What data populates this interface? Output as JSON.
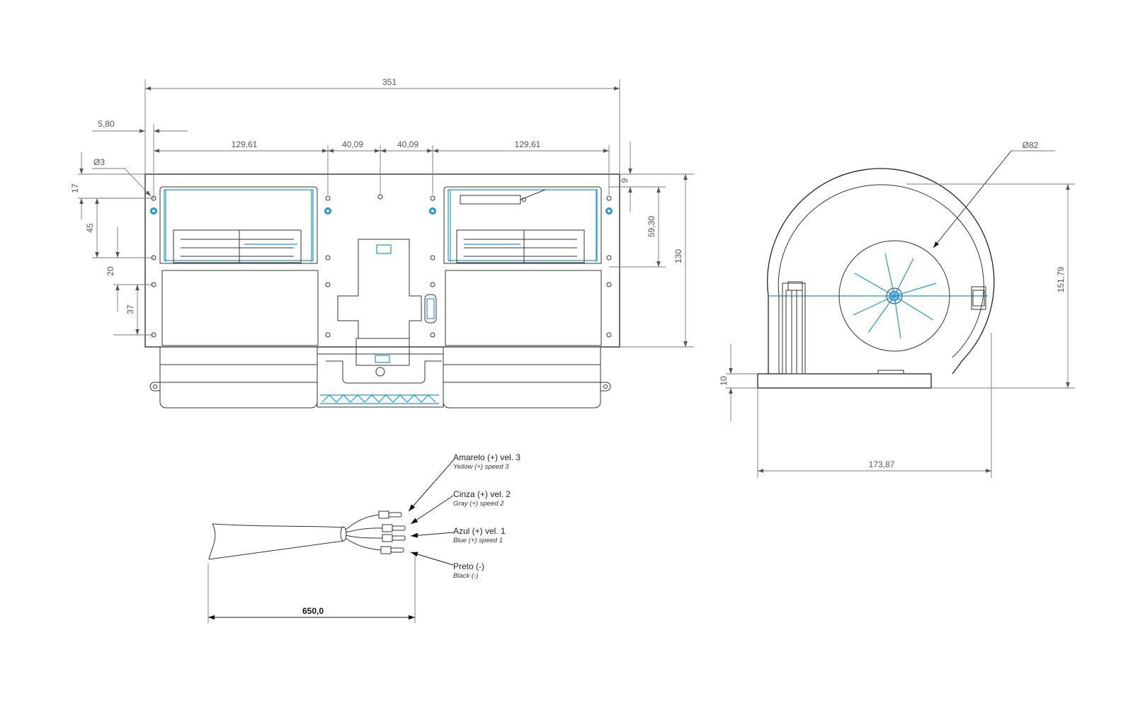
{
  "front_view": {
    "overall_width": "351",
    "offset_left": "5,80",
    "hole_diameter": "Ø3",
    "spacing_outer_left": "129,61",
    "spacing_center_left": "40,09",
    "spacing_center_right": "40,09",
    "spacing_outer_right": "129,61",
    "left_17": "17",
    "left_45": "45",
    "left_20": "20",
    "left_37": "37",
    "right_9": "9",
    "right_59_30": "59,30",
    "right_130": "130"
  },
  "side_view": {
    "diameter": "Ø82",
    "height": "151,79",
    "base_height": "10",
    "width": "173,87"
  },
  "wiring": {
    "cable_length": "650,0",
    "wires": [
      {
        "label_pt": "Amarelo (+) vel. 3",
        "label_en": "Yellow (+) speed 3",
        "color": "#e0c000"
      },
      {
        "label_pt": "Cinza (+) vel. 2",
        "label_en": "Gray (+) speed 2",
        "color": "#888888"
      },
      {
        "label_pt": "Azul (+) vel. 1",
        "label_en": "Blue (+) speed 1",
        "color": "#1a9bd6"
      },
      {
        "label_pt": "Preto (-)",
        "label_en": "Black (-)",
        "color": "#000000"
      }
    ]
  },
  "colors": {
    "accent": "#1a9bd6",
    "line": "#333333",
    "dimension": "#777777"
  }
}
